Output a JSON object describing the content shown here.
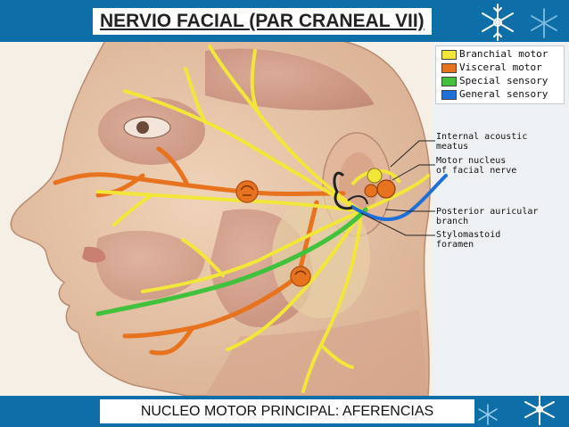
{
  "title": "NERVIO FACIAL (PAR CRANEAL VII)",
  "subtitle": "NUCLEO MOTOR PRINCIPAL: AFERENCIAS",
  "legend": [
    {
      "label": "Branchial motor",
      "color": "#f3e63a"
    },
    {
      "label": "Visceral motor",
      "color": "#e8731f"
    },
    {
      "label": "Special sensory",
      "color": "#42c23c"
    },
    {
      "label": "General sensory",
      "color": "#1f6fd8"
    }
  ],
  "labels": {
    "internal_acoustic": [
      "Internal acoustic",
      "meatus"
    ],
    "motor_nucleus": [
      "Motor nucleus",
      "of facial nerve"
    ],
    "posterior_auricular": [
      "Posterior auricular",
      "branch"
    ],
    "stylomastoid": [
      "Stylomastoid",
      "foramen"
    ]
  },
  "colors": {
    "bar": "#0e6ea8",
    "branchial_motor": "#f3e63a",
    "visceral_motor": "#e8731f",
    "special_sensory": "#42c23c",
    "general_sensory": "#1f6fd8",
    "skin": "#e8c9ad",
    "muscle": "#c98e7e"
  },
  "icons": [
    "snowflake-icon"
  ]
}
